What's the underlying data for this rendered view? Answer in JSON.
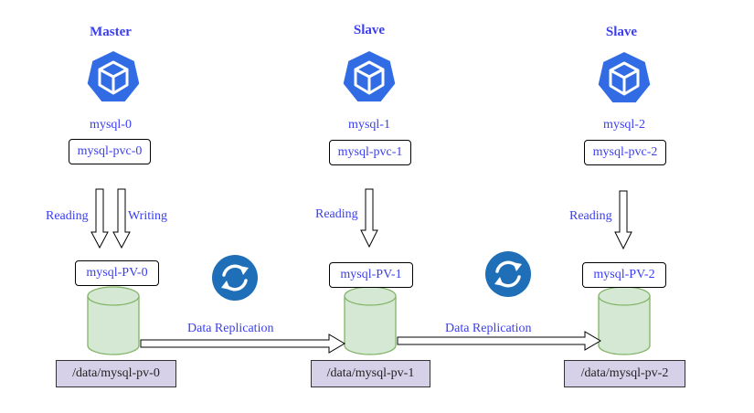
{
  "nodes": [
    {
      "role": "Master",
      "pod": "mysql-0",
      "pvc": "mysql-pvc-0",
      "pv": "mysql-PV-0",
      "path": "/data/mysql-pv-0"
    },
    {
      "role": "Slave",
      "pod": "mysql-1",
      "pvc": "mysql-pvc-1",
      "pv": "mysql-PV-1",
      "path": "/data/mysql-pv-1"
    },
    {
      "role": "Slave",
      "pod": "mysql-2",
      "pvc": "mysql-pvc-2",
      "pv": "mysql-PV-2",
      "path": "/data/mysql-pv-2"
    }
  ],
  "labels": {
    "reading": "Reading",
    "writing": "Writing",
    "replication": "Data Replication"
  },
  "colors": {
    "text": "#3a3df2",
    "kube_icon": "#326ce5",
    "sync_icon": "#1e6fb8",
    "db_fill": "#d5e8d4",
    "db_stroke": "#82b366",
    "path_fill": "#d6d1e8"
  },
  "icons": {
    "pod": "kubernetes-cube-icon",
    "sync": "sync-icon"
  }
}
